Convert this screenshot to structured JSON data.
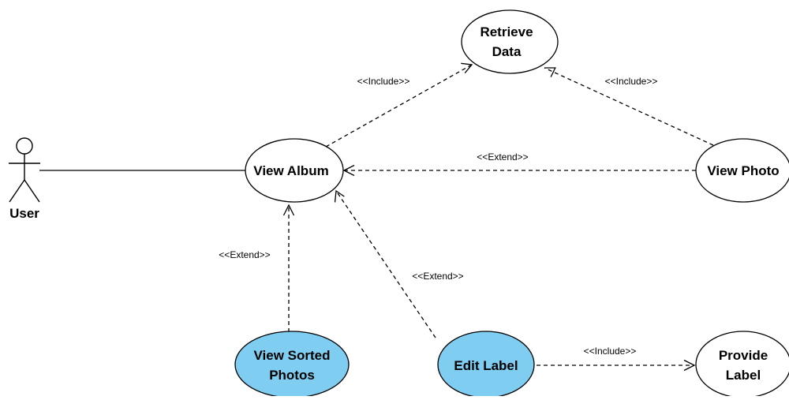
{
  "diagram": {
    "actor": {
      "label": "User"
    },
    "use_cases": {
      "retrieve_data": {
        "lines": [
          "Retrieve",
          "Data"
        ],
        "fill": "#ffffff"
      },
      "view_album": {
        "lines": [
          "View Album"
        ],
        "fill": "#ffffff"
      },
      "view_photo": {
        "lines": [
          "View Photo"
        ],
        "fill": "#ffffff"
      },
      "view_sorted_photos": {
        "lines": [
          "View Sorted",
          "Photos"
        ],
        "fill": "#7fcdf0"
      },
      "edit_label": {
        "lines": [
          "Edit Label"
        ],
        "fill": "#7fcdf0"
      },
      "provide_label": {
        "lines": [
          "Provide",
          "Label"
        ],
        "fill": "#ffffff"
      }
    },
    "relations": {
      "album_retrieve": "<<Include>>",
      "photo_retrieve": "<<Include>>",
      "photo_album": "<<Extend>>",
      "sorted_album": "<<Extend>>",
      "edit_album": "<<Extend>>",
      "edit_provide": "<<Include>>"
    }
  }
}
